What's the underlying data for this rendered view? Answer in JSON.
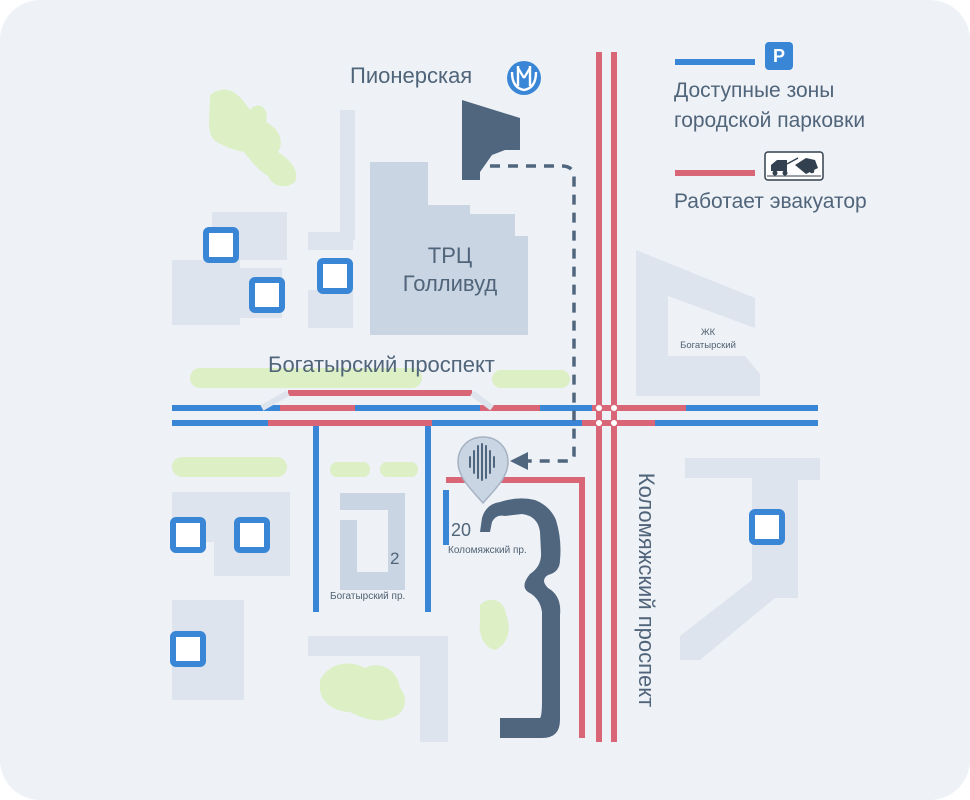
{
  "labels": {
    "metro_station": "Пионерская",
    "mall_line1": "ТРЦ",
    "mall_line2": "Голливуд",
    "avenue_bogatyrsky": "Богатырский проспект",
    "avenue_kolomyazhsky": "Коломяжский проспект",
    "residential_complex_line1": "ЖК",
    "residential_complex_line2": "Богатырский",
    "house_number_20": "20",
    "street_kolomyazhsky_short": "Коломяжский пр.",
    "house_number_2": "2",
    "street_bogatyrsky_short": "Богатырский пр."
  },
  "legend": {
    "parking": {
      "line1": "Доступные зоны",
      "line2": "городской парковки",
      "icon_letter": "P",
      "color": "#3a86d6"
    },
    "tow": {
      "text": "Работает эвакуатор",
      "color": "#d96676"
    }
  },
  "colors": {
    "background": "#eef2f7",
    "building": "#c9d5e3",
    "building_light": "#dde4ed",
    "green": "#dcefc5",
    "destination": "#50667f",
    "route_dashed": "#50667f"
  },
  "icons": [
    "metro-icon",
    "parking-icon",
    "tow-truck-icon",
    "location-pin-icon"
  ]
}
